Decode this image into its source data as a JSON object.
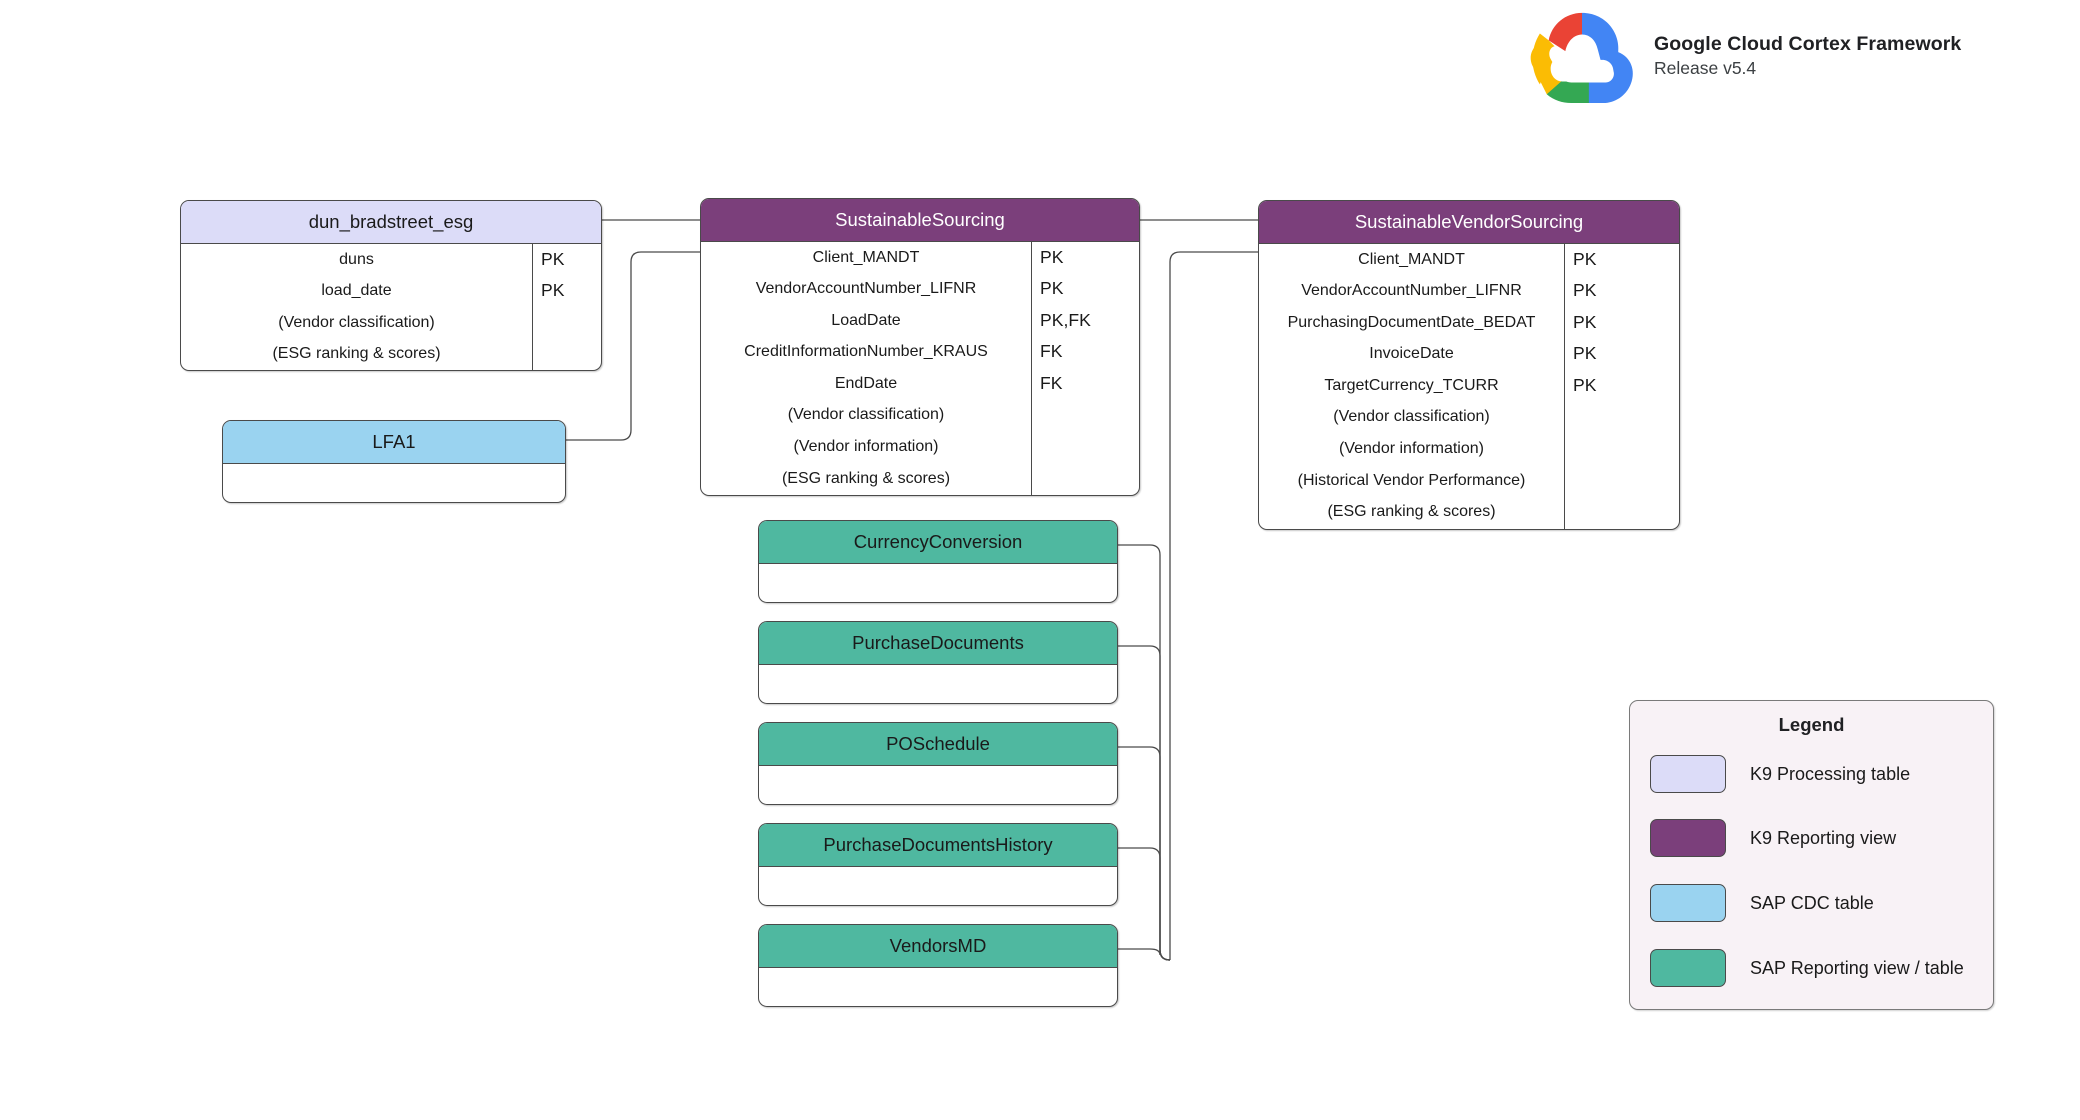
{
  "brand": {
    "logo_icon": "google-cloud-logo",
    "title": "Google Cloud Cortex Framework",
    "release": "Release v5.4"
  },
  "diagram": {
    "type": "entity-relationship",
    "entities": [
      {
        "id": "dun_bradstreet_esg",
        "name": "dun_bradstreet_esg",
        "category": "K9 Processing table",
        "color": "#dcdcf8",
        "fields": [
          {
            "name": "duns",
            "key": "PK"
          },
          {
            "name": "load_date",
            "key": "PK"
          },
          {
            "name": "(Vendor classification)",
            "key": ""
          },
          {
            "name": "(ESG ranking & scores)",
            "key": ""
          }
        ]
      },
      {
        "id": "lfa1",
        "name": "LFA1",
        "category": "SAP CDC table",
        "color": "#9ad3f0",
        "fields": []
      },
      {
        "id": "sustainable_sourcing",
        "name": "SustainableSourcing",
        "category": "K9 Reporting view",
        "color": "#7b3f7b",
        "fields": [
          {
            "name": "Client_MANDT",
            "key": "PK"
          },
          {
            "name": "VendorAccountNumber_LIFNR",
            "key": "PK"
          },
          {
            "name": "LoadDate",
            "key": "PK,FK"
          },
          {
            "name": "CreditInformationNumber_KRAUS",
            "key": "FK"
          },
          {
            "name": "EndDate",
            "key": "FK"
          },
          {
            "name": "(Vendor classification)",
            "key": ""
          },
          {
            "name": "(Vendor information)",
            "key": ""
          },
          {
            "name": "(ESG ranking & scores)",
            "key": ""
          }
        ]
      },
      {
        "id": "sustainable_vendor_sourcing",
        "name": "SustainableVendorSourcing",
        "category": "K9 Reporting view",
        "color": "#7b3f7b",
        "fields": [
          {
            "name": "Client_MANDT",
            "key": "PK"
          },
          {
            "name": "VendorAccountNumber_LIFNR",
            "key": "PK"
          },
          {
            "name": "PurchasingDocumentDate_BEDAT",
            "key": "PK"
          },
          {
            "name": "InvoiceDate",
            "key": "PK"
          },
          {
            "name": "TargetCurrency_TCURR",
            "key": "PK"
          },
          {
            "name": "(Vendor classification)",
            "key": ""
          },
          {
            "name": "(Vendor information)",
            "key": ""
          },
          {
            "name": "(Historical Vendor Performance)",
            "key": ""
          },
          {
            "name": "(ESG ranking & scores)",
            "key": ""
          }
        ]
      },
      {
        "id": "currency_conversion",
        "name": "CurrencyConversion",
        "category": "SAP Reporting view / table",
        "color": "#4fb8a0",
        "fields": []
      },
      {
        "id": "purchase_documents",
        "name": "PurchaseDocuments",
        "category": "SAP Reporting view / table",
        "color": "#4fb8a0",
        "fields": []
      },
      {
        "id": "po_schedule",
        "name": "POSchedule",
        "category": "SAP Reporting view / table",
        "color": "#4fb8a0",
        "fields": []
      },
      {
        "id": "purchase_documents_history",
        "name": "PurchaseDocumentsHistory",
        "category": "SAP Reporting view / table",
        "color": "#4fb8a0",
        "fields": []
      },
      {
        "id": "vendors_md",
        "name": "VendorsMD",
        "category": "SAP Reporting view / table",
        "color": "#4fb8a0",
        "fields": []
      }
    ]
  },
  "legend": {
    "title": "Legend",
    "items": [
      {
        "label": "K9 Processing table",
        "color": "#dcdcf8"
      },
      {
        "label": "K9 Reporting view",
        "color": "#7b3f7b"
      },
      {
        "label": "SAP CDC table",
        "color": "#9ad3f0"
      },
      {
        "label": "SAP Reporting view / table",
        "color": "#4fb8a0"
      }
    ]
  }
}
